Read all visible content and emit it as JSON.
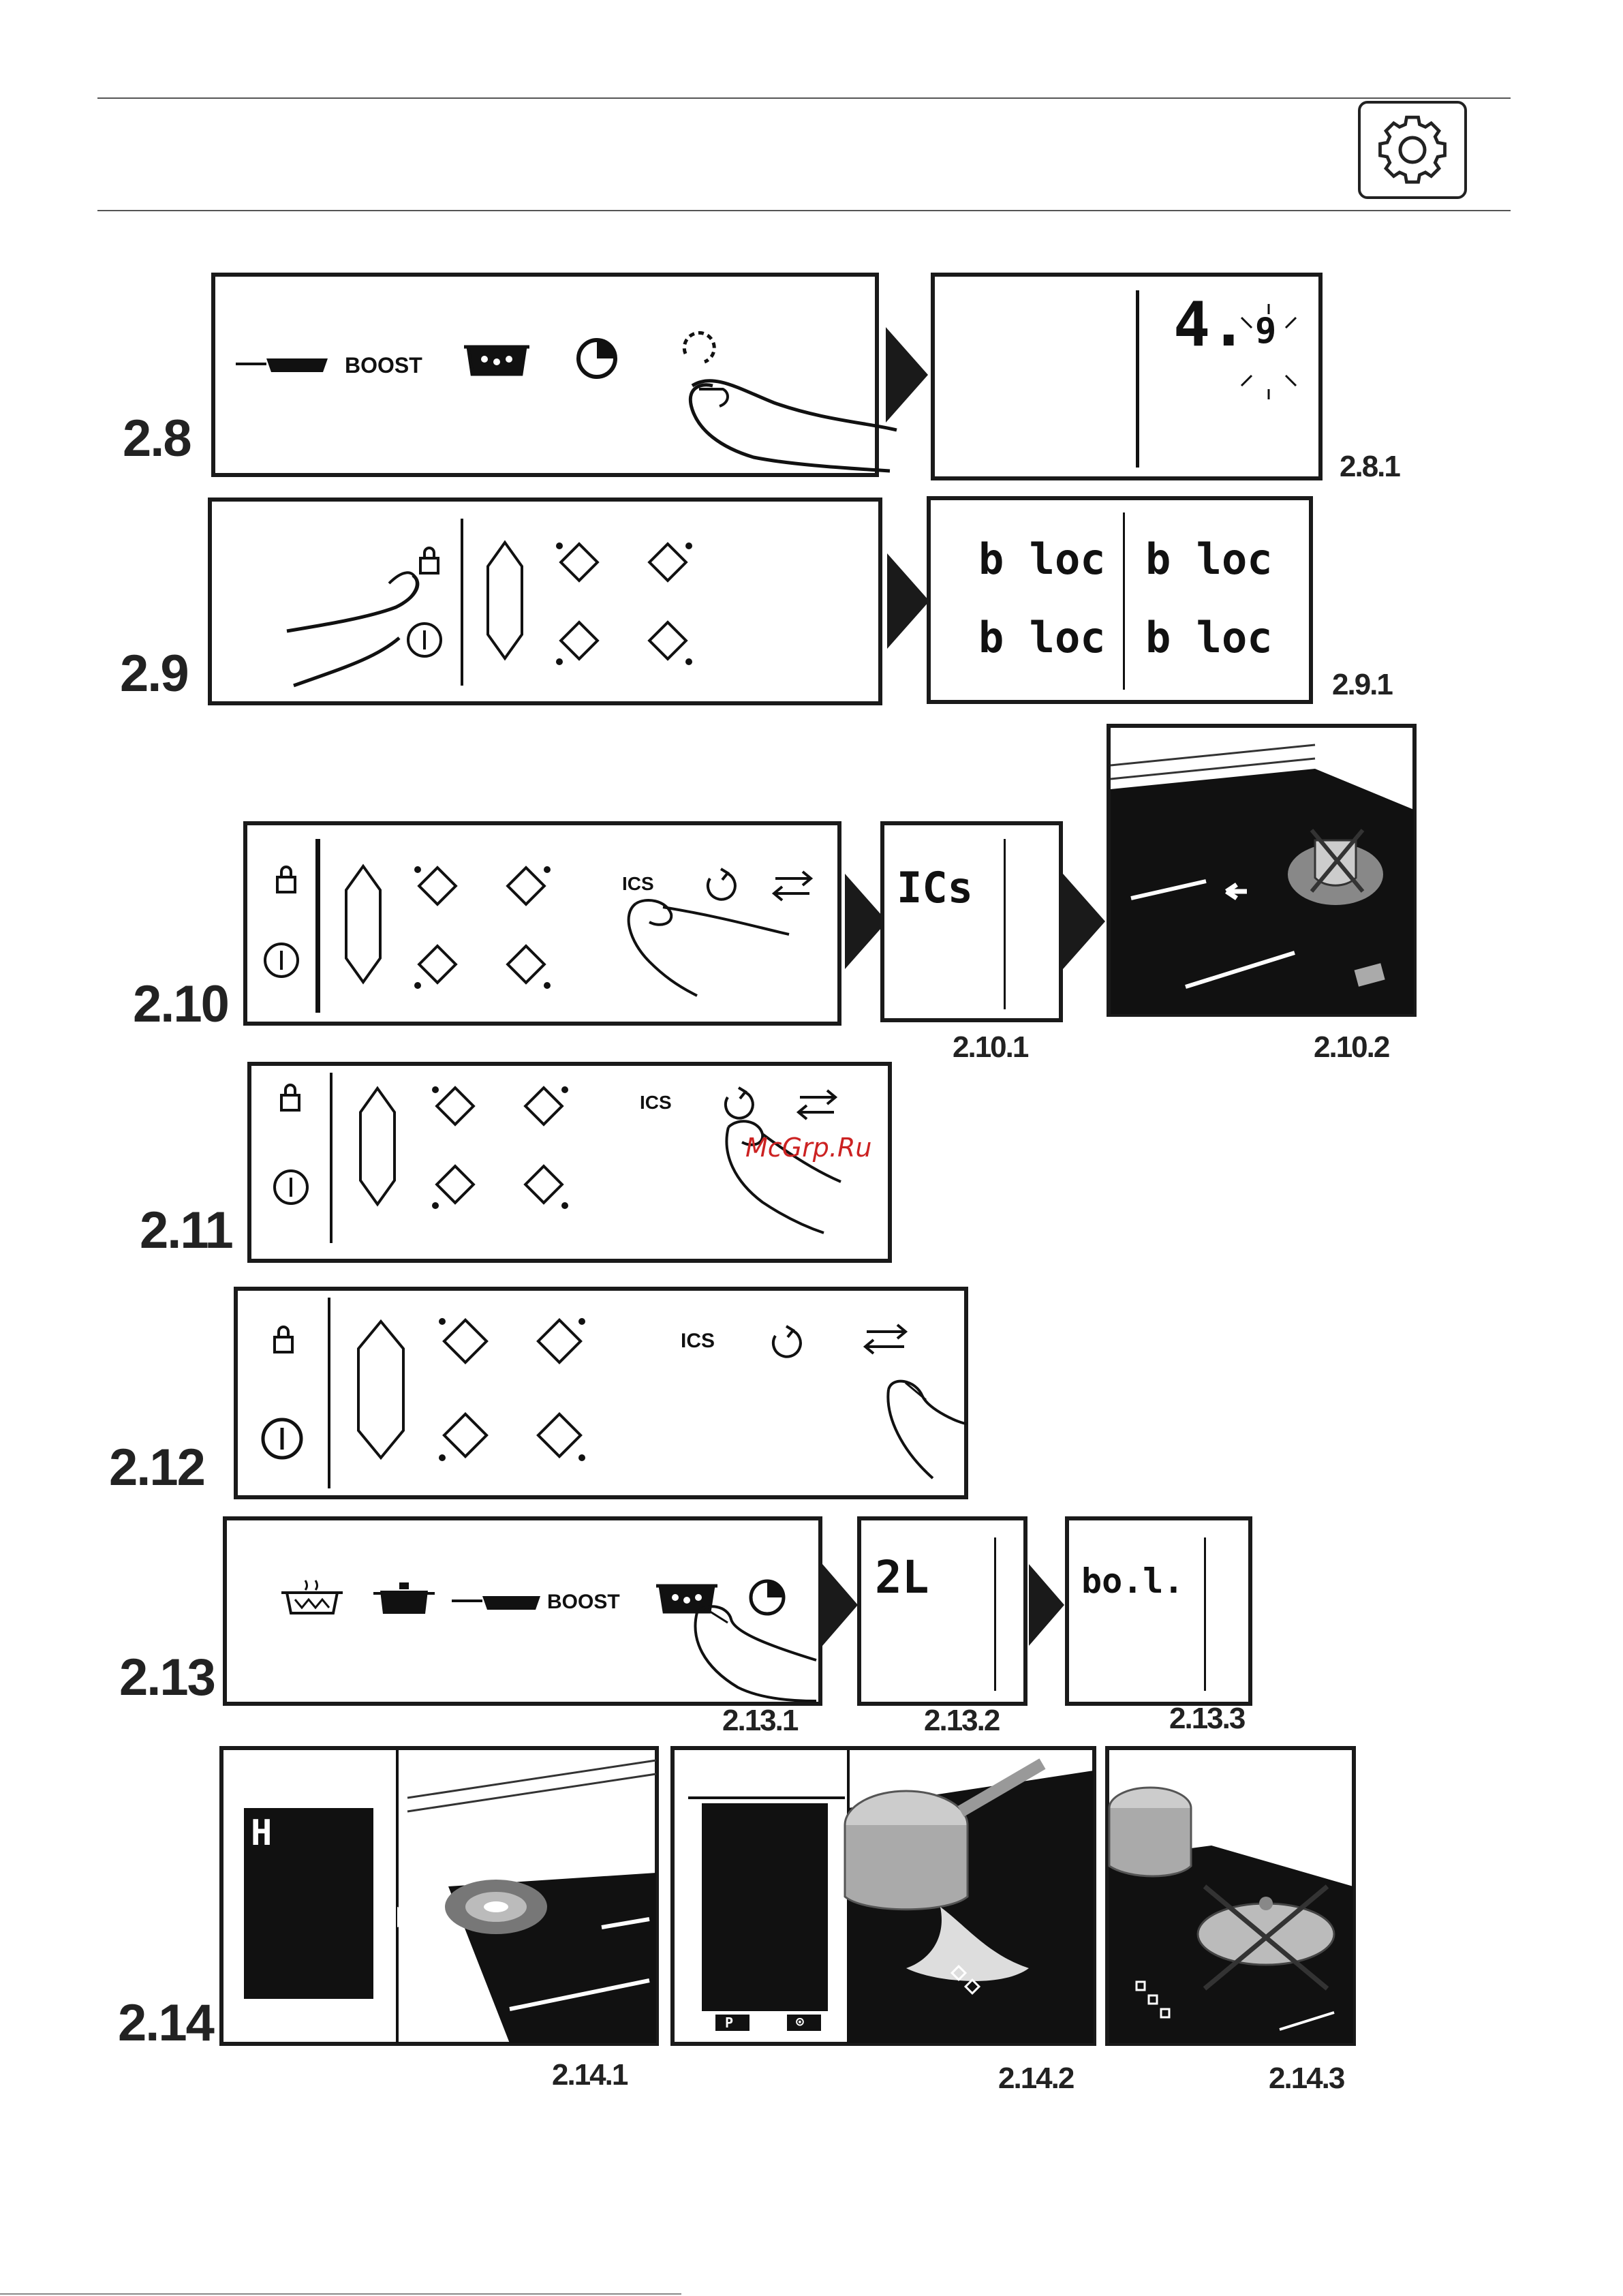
{
  "figures": {
    "f28": {
      "label": "2.8",
      "sub": "2.8.1",
      "boost": "BOOST",
      "display": {
        "digit": "4.",
        "blink": "9"
      }
    },
    "f29": {
      "label": "2.9",
      "sub": "2.9.1",
      "bloc": "b loc"
    },
    "f210": {
      "label": "2.10",
      "sub1": "2.10.1",
      "sub2": "2.10.2",
      "ics": "ICS",
      "display": "ICs"
    },
    "f211": {
      "label": "2.11",
      "ics": "ICS"
    },
    "f212": {
      "label": "2.12",
      "ics": "ICS"
    },
    "f213": {
      "label": "2.13",
      "sub1": "2.13.1",
      "sub2": "2.13.2",
      "sub3": "2.13.3",
      "boost": "BOOST",
      "display1": "2L",
      "display2": "bo.l."
    },
    "f214": {
      "label": "2.14",
      "sub1": "2.14.1",
      "sub2": "2.14.2",
      "sub3": "2.14.3",
      "h": "H",
      "p": "P",
      "timer": "⊙"
    }
  },
  "watermark": "McGrp.Ru",
  "icons": [
    "gear-icon",
    "lock-icon",
    "power-icon",
    "timer-icon",
    "ics-icon",
    "refresh-icon",
    "swap-icon",
    "pan-icon",
    "pot-icon",
    "boil-icon",
    "hand-icon"
  ]
}
